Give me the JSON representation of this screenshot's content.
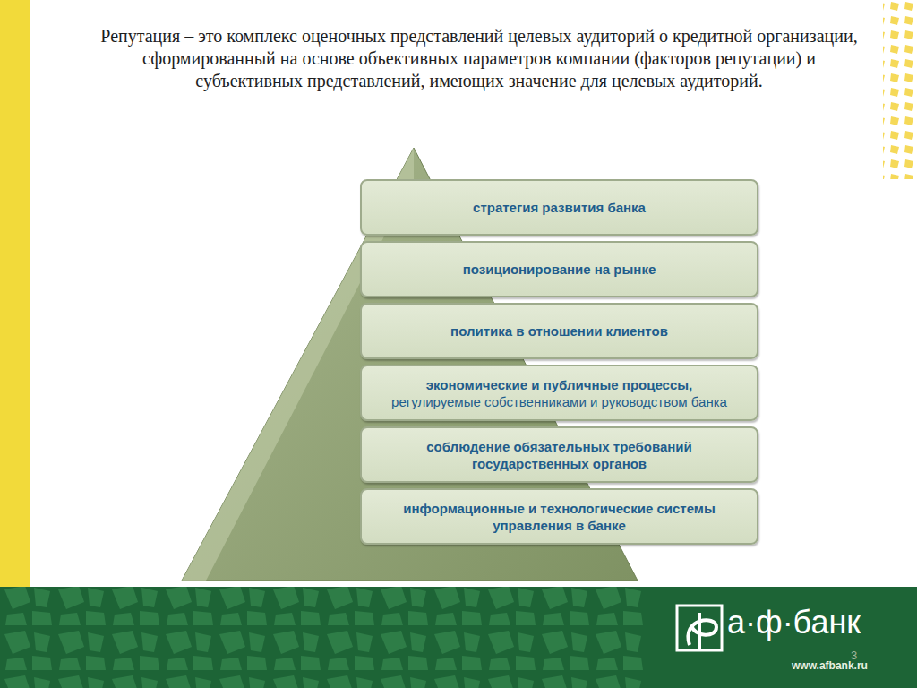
{
  "diagram": {
    "title": "Репутация – это комплекс оценочных представлений целевых аудиторий о кредитной организации, сформированный на основе объективных параметров компании (факторов репутации) и субъективных представлений, имеющих значение для целевых аудиторий.",
    "nodes": [
      {
        "text": [
          "стратегия развития банка"
        ]
      },
      {
        "text": [
          "позиционирование на рынке"
        ]
      },
      {
        "text": [
          "политика в отношении клиентов"
        ]
      },
      {
        "text": [
          "экономические и публичные процессы,",
          "регулируемые собственниками и руководством банка"
        ]
      },
      {
        "text": [
          "соблюдение обязательных требований государственных органов"
        ]
      },
      {
        "text": [
          "информационные и технологические системы управления в банке"
        ]
      }
    ],
    "labels": [
      "а·ф·банк",
      "www.afbank.ru",
      "3"
    ]
  }
}
